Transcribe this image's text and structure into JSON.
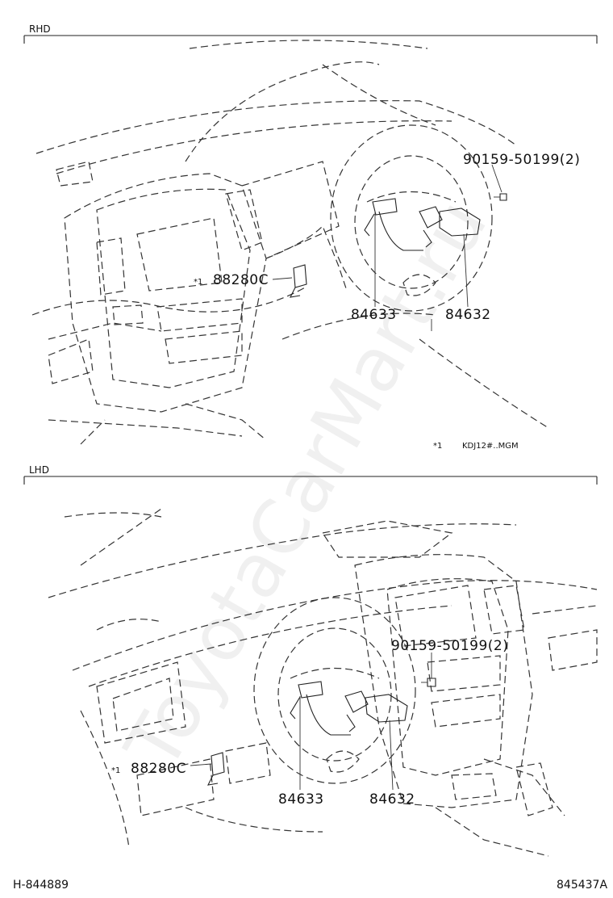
{
  "sections": {
    "rhd": {
      "heading": "RHD",
      "callouts": {
        "bolt": "90159-50199(2)",
        "sensor": "88280C",
        "sensor_mark": "*1",
        "wire": "84633",
        "switch": "84632"
      },
      "footnote": {
        "mark": "*1",
        "text": "KDJ12#..MGM"
      }
    },
    "lhd": {
      "heading": "LHD",
      "callouts": {
        "bolt": "90159-50199(2)",
        "sensor": "88280C",
        "sensor_mark": "*1",
        "wire": "84633",
        "switch": "84632"
      }
    }
  },
  "footer": {
    "left_code": "H-844889",
    "right_code": "845437A"
  },
  "watermark": "ToyotaCarMart.ru"
}
